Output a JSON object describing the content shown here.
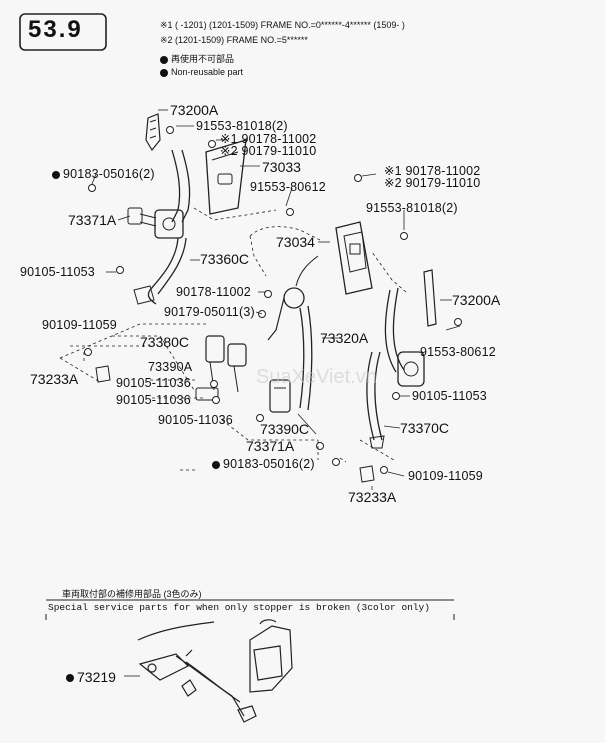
{
  "header": {
    "code_box": "53.9",
    "note1": "※1 (      -1201) (1201-1509) FRAME NO.=0******-4******  (1509-      )",
    "note2": "※2 (1201-1509) FRAME NO.=5******",
    "legend_jp": "再使用不可部品",
    "legend_en": "Non-reusable part"
  },
  "labels": {
    "p73200A_top": "73200A",
    "p91553_81018_top": "91553-81018(2)",
    "p90178_top": "※1 90178-11002",
    "p90179_top": "※2 90179-11010",
    "p73033": "73033",
    "p91553_80612_top": "91553-80612",
    "p90183_top": "90183-05016(2)",
    "p73371A_left": "73371A",
    "p73360C": "73360C",
    "p90105_11053_left": "90105-11053",
    "p90178_mid": "90178-11002",
    "p90179_05011": "90179-05011(3)",
    "p90109_left": "90109-11059",
    "p73380C": "73380C",
    "p73390A": "73390A",
    "p73233A_left": "73233A",
    "p90105_11036_a": "90105-11036",
    "p90105_11036_b": "90105-11036",
    "p90105_11036_c": "90105-11036",
    "p73390C": "73390C",
    "p73371A_mid": "73371A",
    "p90183_bottom": "90183-05016(2)",
    "p73034": "73034",
    "p73320A": "73320A",
    "p90178_right": "※1 90178-11002",
    "p90179_right": "※2 90179-11010",
    "p91553_81018_right": "91553-81018(2)",
    "p73200A_right": "73200A",
    "p91553_80612_right": "91553-80612",
    "p90105_11053_right": "90105-11053",
    "p73370C": "73370C",
    "p90109_right": "90109-11059",
    "p73233A_right": "73233A",
    "p73219": "73219"
  },
  "special": {
    "title_jp": "車両取付部の補修用部品 (3色のみ)",
    "title_en": "Special  service  parts  for  when  only  stopper  is  broken  (3color  only)"
  },
  "watermark": "SuaXeViet.vn"
}
